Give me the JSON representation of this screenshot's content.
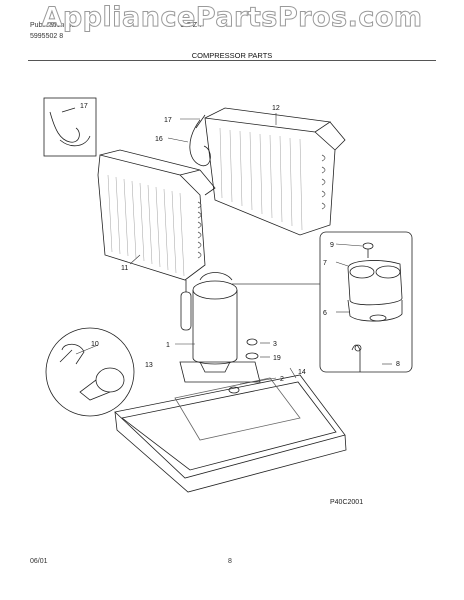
{
  "watermark": "AppliancePartsPros.com",
  "header": {
    "line1_left": "Publication Nu",
    "line2_left": "5995502 8",
    "line1_right": "C 5 Z 7"
  },
  "title": "COMPRESSOR PARTS",
  "figure_code": "P40C2001",
  "footer": {
    "date": "06/01",
    "page": "8"
  },
  "callouts": [
    "1",
    "2",
    "3",
    "6",
    "7",
    "8",
    "9",
    "10",
    "11",
    "12",
    "13",
    "14",
    "16",
    "17",
    "17",
    "19"
  ],
  "colors": {
    "line": "#222222",
    "shade": "#777777"
  }
}
